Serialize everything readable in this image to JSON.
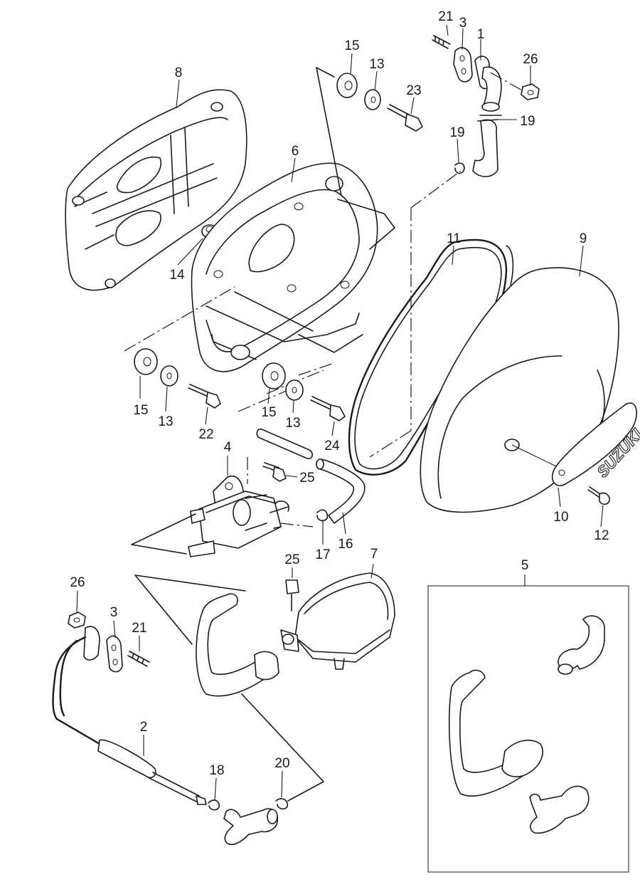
{
  "labels": {
    "p1": "1",
    "p2": "2",
    "p3a": "3",
    "p3b": "3",
    "p4": "4",
    "p5": "5",
    "p6": "6",
    "p7": "7",
    "p8": "8",
    "p9": "9",
    "p10": "10",
    "p11": "11",
    "p12": "12",
    "p13a": "13",
    "p13b": "13",
    "p13c": "13",
    "p14": "14",
    "p15a": "15",
    "p15b": "15",
    "p15c": "15",
    "p16": "16",
    "p17": "17",
    "p18": "18",
    "p19a": "19",
    "p19b": "19",
    "p20": "20",
    "p21a": "21",
    "p21b": "21",
    "p22": "22",
    "p23": "23",
    "p24": "24",
    "p25a": "25",
    "p25b": "25",
    "p26a": "26",
    "p26b": "26"
  },
  "logo_text": "SUZUKI"
}
